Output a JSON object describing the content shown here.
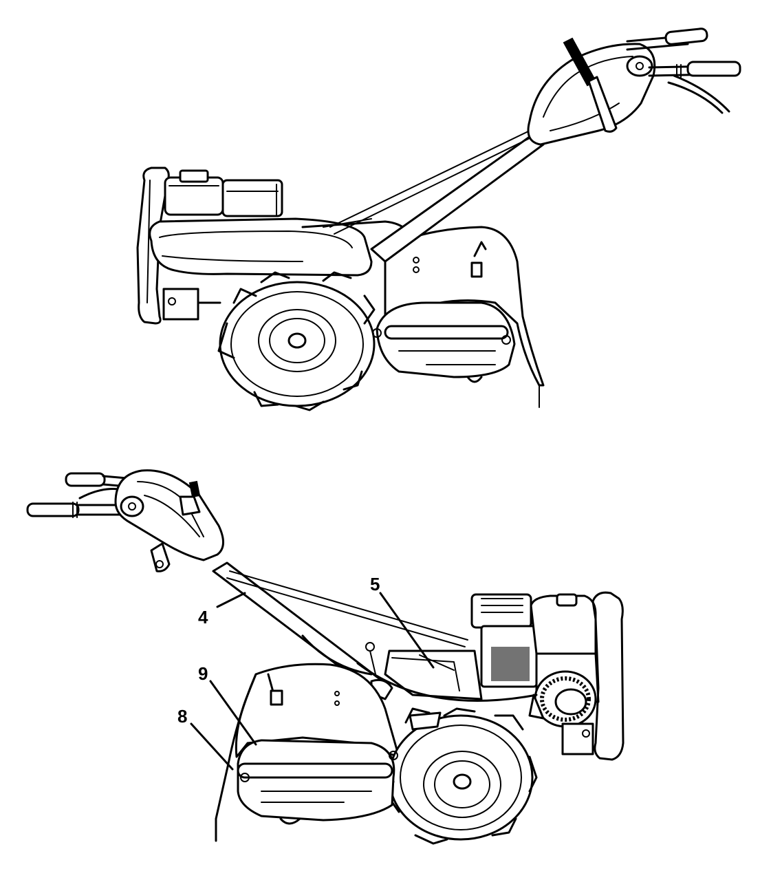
{
  "callouts": [
    {
      "id": "4",
      "label": "4"
    },
    {
      "id": "5",
      "label": "5"
    },
    {
      "id": "9",
      "label": "9"
    },
    {
      "id": "8",
      "label": "8"
    }
  ],
  "colors": {
    "line": "#000000",
    "background": "#ffffff"
  }
}
